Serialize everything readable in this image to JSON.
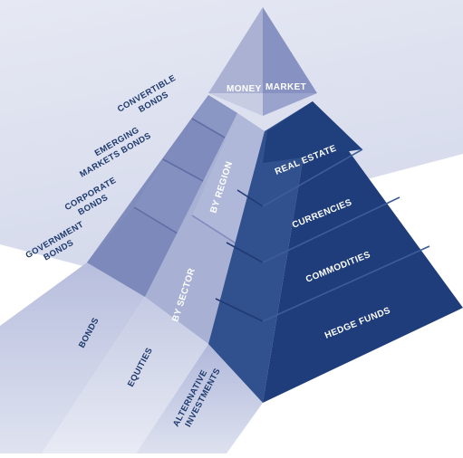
{
  "apex": {
    "left": "MONEY",
    "right": "MARKET"
  },
  "bond_types": {
    "convertible": [
      "CONVERTIBLE",
      "BONDS"
    ],
    "emerging": [
      "EMERGING",
      "MARKETS BONDS"
    ],
    "corporate": [
      "CORPORATE",
      "BONDS"
    ],
    "government": [
      "GOVERNMENT",
      "BONDS"
    ]
  },
  "mid_face": {
    "by_region": "BY REGION",
    "by_sector": "BY SECTOR"
  },
  "right_face": {
    "tiers": [
      "REAL ESTATE",
      "CURRENCIES",
      "COMMODITIES",
      "HEDGE FUNDS"
    ]
  },
  "base_beams": {
    "bonds": "BONDS",
    "equities": "EQUITIES",
    "alternative": [
      "ALTERNATIVE",
      "INVESTMENTS"
    ]
  },
  "colors": {
    "background_wash": "#d9dded",
    "left_face": "#7f8cbc",
    "mid_face": "#a8b0d3",
    "right_face_dark": "#1f3d7a",
    "right_face_side": "#31508e",
    "apex_light": "#aab1d2",
    "apex_dark": "#8792c2",
    "label_text": "#1f3a6e"
  }
}
